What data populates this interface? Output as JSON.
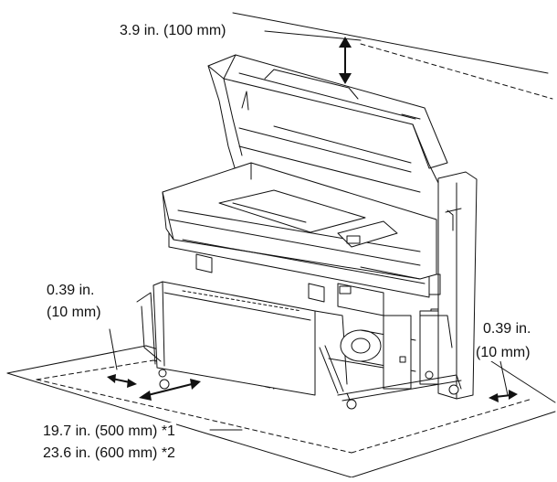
{
  "labels": {
    "top_clearance": "3.9 in. (100 mm)",
    "left_clearance_in": "0.39 in.",
    "left_clearance_mm": "(10 mm)",
    "right_clearance_in": "0.39 in.",
    "right_clearance_mm": "(10 mm)",
    "front_clearance_1": "19.7 in. (500 mm) *1",
    "front_clearance_2": "23.6 in. (600 mm) *2"
  }
}
